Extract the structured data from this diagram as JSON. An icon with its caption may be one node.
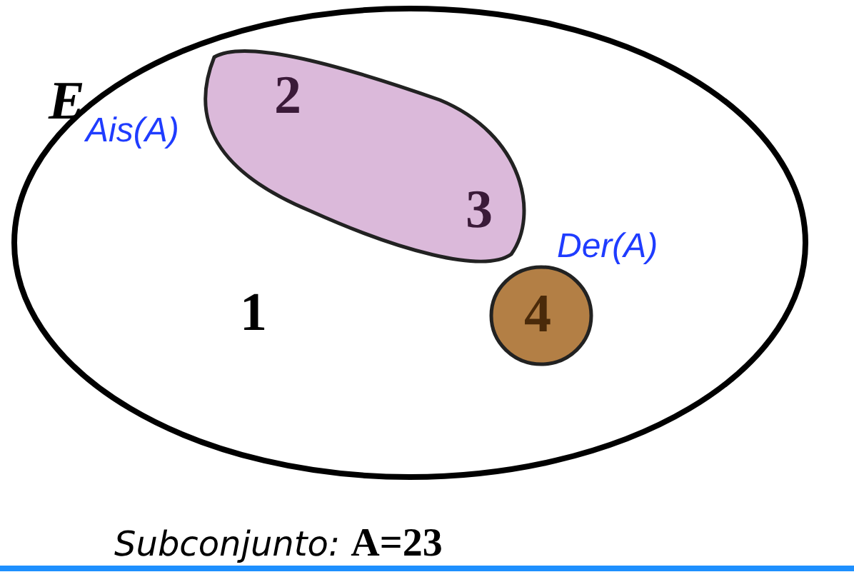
{
  "diagram": {
    "caption": "Subconjunto: **A=23**",
    "nodes": [
      {
        "text": [
          "E",
          "1"
        ]
      },
      {
        "text": [
          "2",
          "3"
        ],
        "beside": [
          "Ais(A)"
        ],
        "in": 0
      },
      {
        "text": [
          "4"
        ],
        "beside": [
          "Der(A)"
        ],
        "in": 0
      }
    ]
  }
}
